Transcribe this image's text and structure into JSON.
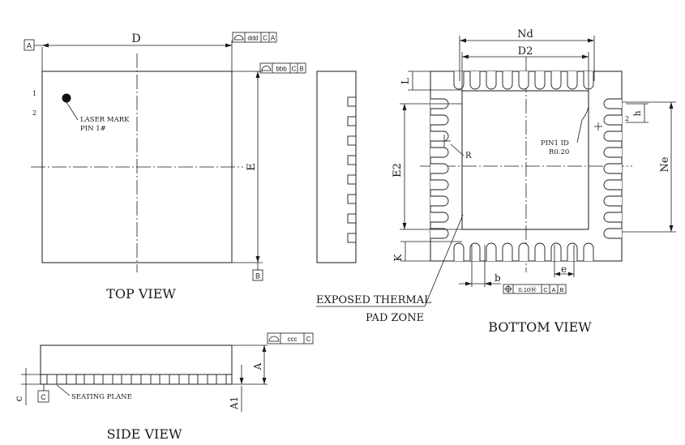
{
  "views": {
    "top": "TOP VIEW",
    "side": "SIDE VIEW",
    "bottom": "BOTTOM VIEW"
  },
  "dimensions": {
    "D": "D",
    "E": "E",
    "Nd": "Nd",
    "D2": "D2",
    "E2": "E2",
    "Ne": "Ne",
    "L": "L",
    "h": "h",
    "K": "K",
    "b": "b",
    "e": "e",
    "A": "A",
    "A1": "A1",
    "c": "c",
    "R": "R"
  },
  "datums": {
    "A": "A",
    "B": "B",
    "C": "C"
  },
  "tolerances": {
    "ddd": "ddd",
    "bbb": "bbb",
    "ccc": "ccc",
    "pos_value": "0.10Ⓜ"
  },
  "pin_numbers": {
    "p1": "1",
    "p2": "2",
    "p2_bottom": "2"
  },
  "notes": {
    "laser_mark_line1": "LASER MARK",
    "laser_mark_line2": "PIN 1#",
    "pin1_id_line1": "PIN1 ID",
    "pin1_id_line2": "R0.20",
    "seating_plane": "SEATING PLANE",
    "thermal_line1": "EXPOSED THERMAL",
    "thermal_line2": "PAD ZONE"
  }
}
